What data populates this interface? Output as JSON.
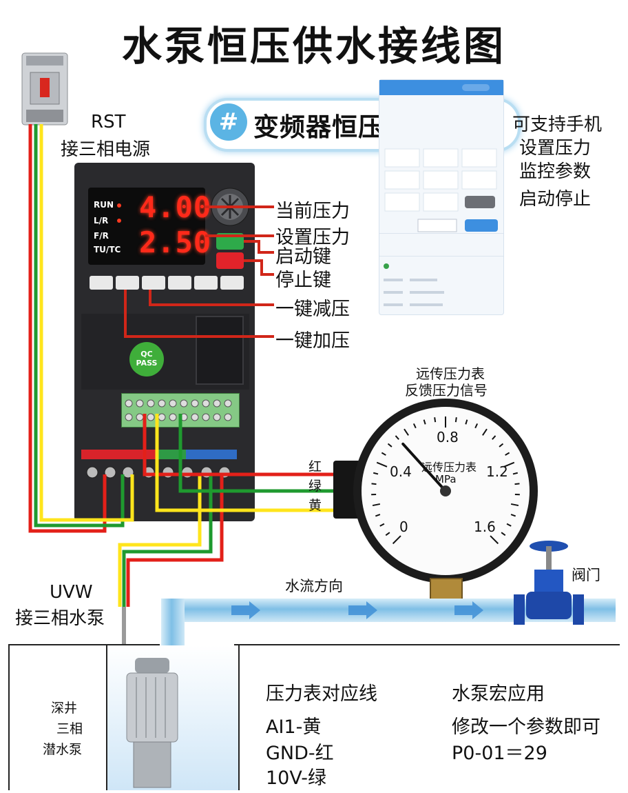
{
  "title": "水泵恒压供水接线图",
  "banner": {
    "icon": "#",
    "text": "变频器恒压供水接线"
  },
  "power": {
    "line1": "RST",
    "line2": "接三相电源"
  },
  "pump_label": {
    "line1": "UVW",
    "line2": "接三相水泵"
  },
  "app_notes": [
    "可支持手机",
    "设置压力",
    "监控参数",
    "启动停止"
  ],
  "callouts": [
    "当前压力",
    "设置压力",
    "启动键",
    "停止键",
    "一键减压",
    "一键加压"
  ],
  "vfd": {
    "indicators": [
      "RUN",
      "L/R",
      "F/R",
      "TU/TC"
    ],
    "display_top": "4.00",
    "display_bottom": "2.50",
    "qc_line1": "QC",
    "qc_line2": "PASS"
  },
  "wire_colors": [
    "红",
    "绿",
    "黄"
  ],
  "gauge": {
    "caption_line1": "远传压力表",
    "caption_line2": "反馈压力信号",
    "face_title": "远传压力表",
    "unit": "MPa",
    "ticks": [
      "0",
      "0.4",
      "0.8",
      "1.2",
      "1.6"
    ],
    "reading_mpa": 0.55
  },
  "valve_label": "阀门",
  "flow_label": "水流方向",
  "well_label": [
    "深井",
    "三相",
    "潜水泵"
  ],
  "mapping": {
    "title": "压力表对应线",
    "lines": [
      "AI1-黄",
      "GND-红",
      "10V-绿"
    ]
  },
  "macro": {
    "title": "水泵宏应用",
    "line1": "修改一个参数即可",
    "line2": "P0-01＝29"
  },
  "colors": {
    "red": "#e32019",
    "green": "#1f9a2f",
    "yellow": "#ffe51c",
    "pipe": "#7fbfe6"
  }
}
